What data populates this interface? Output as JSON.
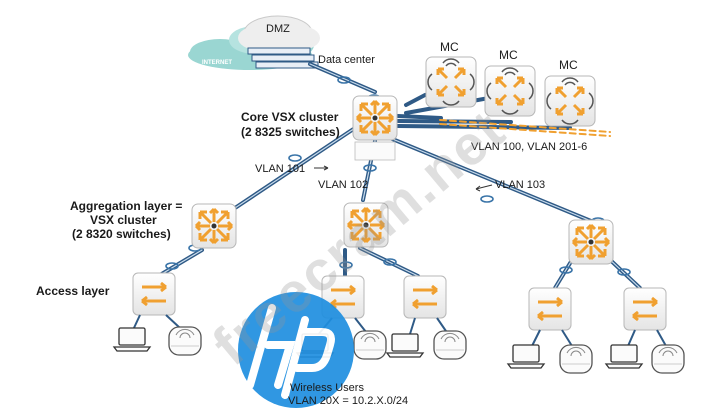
{
  "labels": {
    "dmz": "DMZ",
    "internet": "INTERNET",
    "data_center": "Data center",
    "mc": "MC",
    "core_title": "Core VSX cluster",
    "core_sub": "(2 8325 switches)",
    "vlan_100": "VLAN 100, VLAN 201-6",
    "vlan_101": "VLAN 101",
    "vlan_102": "VLAN 102",
    "vlan_103": "VLAN 103",
    "agg_line1": "Aggregation layer =",
    "agg_line2": "VSX cluster",
    "agg_line3": "(2 8320 switches)",
    "access": "Access layer",
    "wireless_users": "Wireless Users",
    "wireless_vlan": "VLAN 20X = 10.2.X.0/24"
  },
  "watermark": {
    "text": "freecram.net",
    "logo_text": "hp"
  },
  "colors": {
    "link": "#2f5a86",
    "link_highlight": "#c9dced",
    "orange": "#f0a030",
    "ring": "#3a74a8",
    "cloud": "#9ad6d2",
    "logo_blue": "#1f8fe0"
  }
}
